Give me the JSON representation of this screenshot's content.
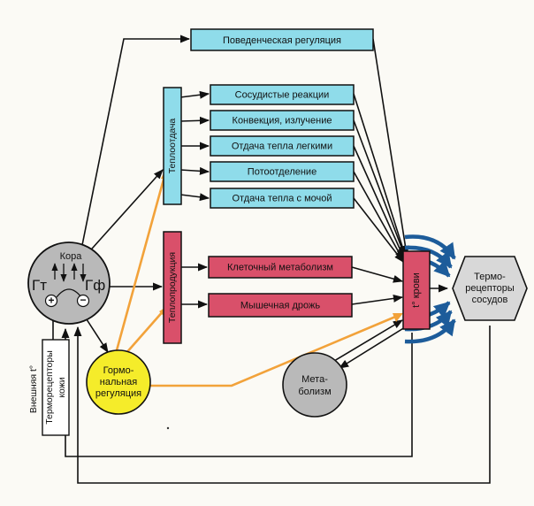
{
  "colors": {
    "cyan_box": "#8fdcea",
    "red_box": "#d9506a",
    "yellow_circle": "#f5ec2a",
    "gray_circle": "#b9b9b9",
    "hexagon": "#d8d8d8",
    "orange_arrow": "#f2a23a",
    "blue_arrow": "#1d5c9a",
    "line": "#111111",
    "background": "#fbfaf5"
  },
  "boxes": {
    "behavioral": "Поведенческая регуляция",
    "vascular": "Сосудистые реакции",
    "convection": "Конвекция, излучение",
    "lungs": "Отдача тепла легкими",
    "sweating": "Потоотделение",
    "urine": "Отдача тепла с мочой",
    "cell_metabolism": "Клеточный метаболизм",
    "shivering": "Мышечная дрожь"
  },
  "vertical_labels": {
    "heat_loss": "Теплоотдача",
    "heat_production": "Теплопродукция",
    "blood_temp": "t° крови",
    "external_temp": "Внешняя t°",
    "skin_receptors_1": "Терморецепторы",
    "skin_receptors_2": "кожи"
  },
  "brain": {
    "cortex": "Кора",
    "gt": "Гт",
    "gf": "Гф",
    "plus": "+",
    "minus": "−"
  },
  "hormonal": [
    "Гормо-",
    "нальная",
    "регуляция"
  ],
  "metabolism": [
    "Мета-",
    "болизм"
  ],
  "vessel_receptors": [
    "Термо-",
    "рецепторы",
    "сосудов"
  ],
  "icons": [
    "arrow-right",
    "arrow-up"
  ]
}
